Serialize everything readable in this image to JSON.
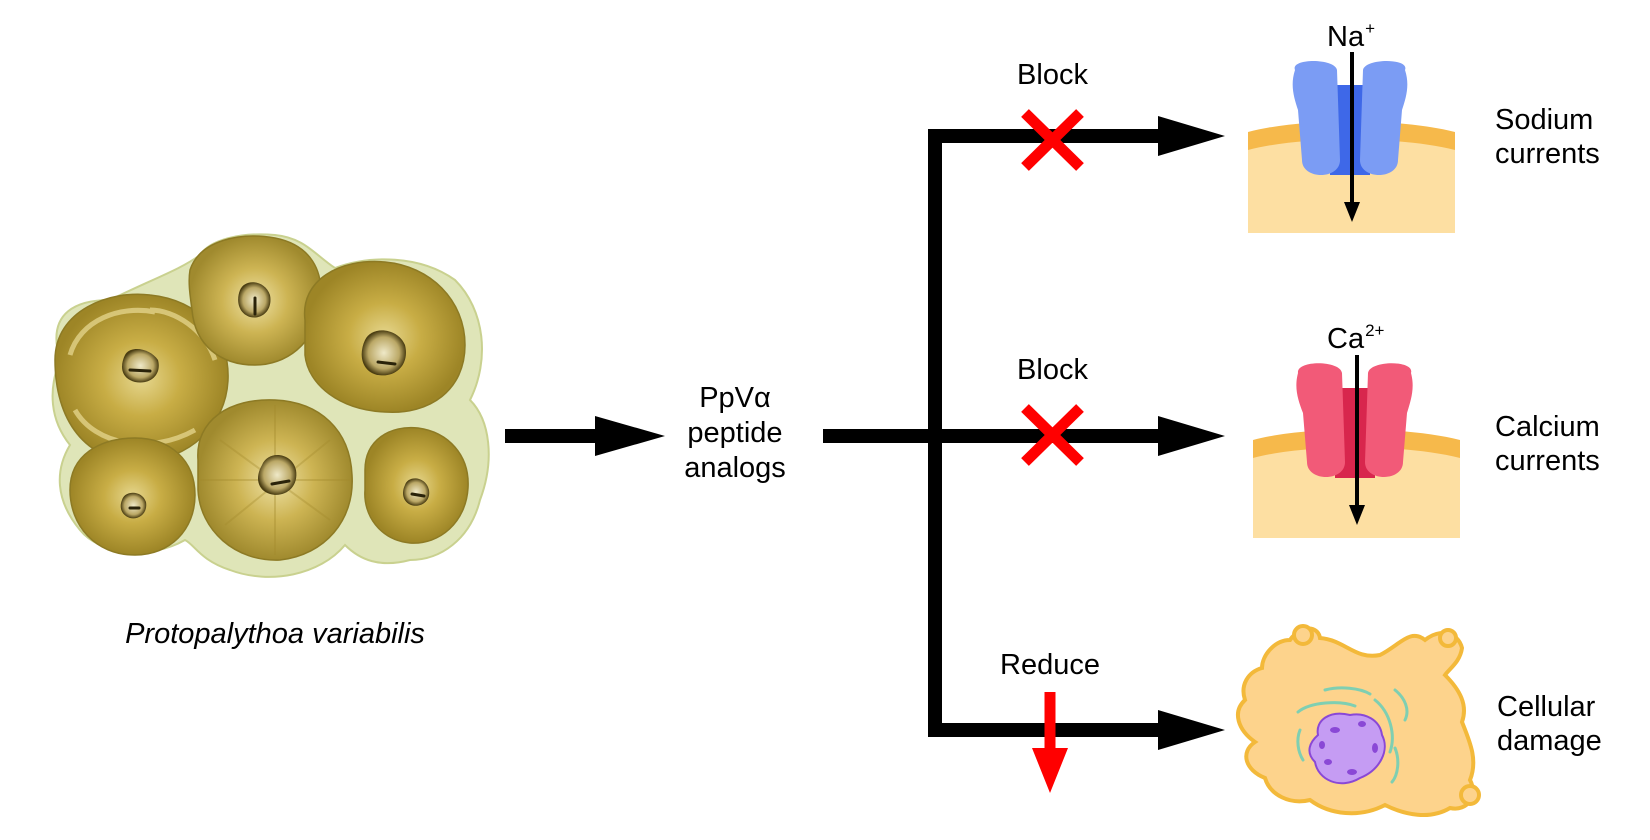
{
  "organism": {
    "name": "Protopalythoa variabilis"
  },
  "peptide": {
    "line1": "PpVα",
    "line2": "peptide",
    "line3": "analogs"
  },
  "branches": [
    {
      "action": "Block",
      "ion_symbol": "Na",
      "ion_charge": "+",
      "target_line1": "Sodium",
      "target_line2": "currents"
    },
    {
      "action": "Block",
      "ion_symbol": "Ca",
      "ion_charge": "2+",
      "target_line1": "Calcium",
      "target_line2": "currents"
    },
    {
      "action": "Reduce",
      "target_line1": "Cellular",
      "target_line2": "damage"
    }
  ],
  "colors": {
    "arrow": "#000000",
    "block_mark": "#ff0000",
    "membrane": "#f6b94b",
    "cytoplasm": "#fddfa2",
    "sodium_channel": "#7b9cf4",
    "sodium_channel_dark": "#3e68e8",
    "calcium_channel": "#f25a78",
    "calcium_channel_dark": "#d8264d",
    "cell_body": "#fdd38c",
    "cell_outline": "#f3b93a",
    "nucleus": "#c59cf3",
    "nucleus_spots": "#8a48d6",
    "organelles": "#7fcfb2",
    "polyp_outer": "#d8dfb0",
    "polyp_body": "#b69a2c",
    "polyp_light": "#d7c670"
  }
}
